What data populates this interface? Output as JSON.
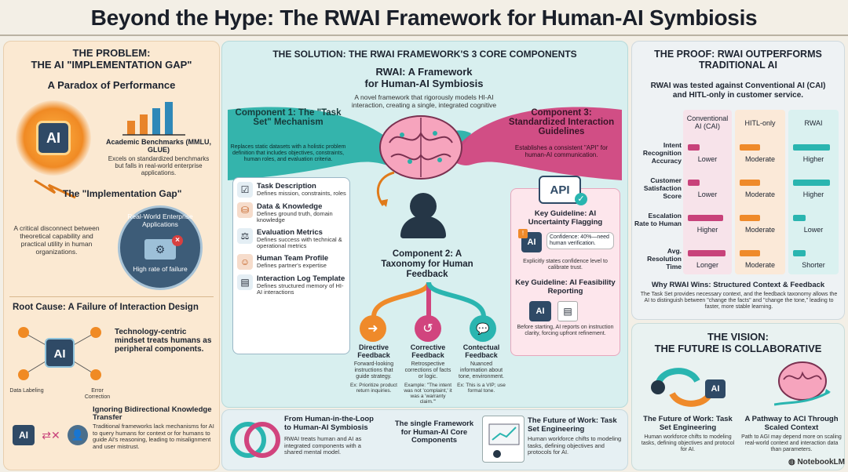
{
  "title": "Beyond the Hype: The RWAI Framework for Human-AI Symbiosis",
  "problem": {
    "heading_line1": "THE PROBLEM:",
    "heading_line2": "THE AI \"IMPLEMENTATION GAP\"",
    "paradox_title": "A Paradox of Performance",
    "ai_chip": "AI",
    "benchmarks_title": "Academic Benchmarks (MMLU, GLUE)",
    "benchmarks_text": "Excels on standardized benchmarks but falls in real-world enterprise applications.",
    "gap_title": "The \"Implementation Gap\"",
    "gap_text": "A critical disconnect between theoretical capability and practical utility in human organizations.",
    "enterprise_label": "Real-World Enterprise Applications",
    "failure_label": "High rate of failure",
    "root_title": "Root Cause: A Failure of Interaction Design",
    "tech_text": "Technology-centric mindset treats humans as peripheral components.",
    "data_labeling": "Data Labeling",
    "error_correction": "Error Correction",
    "ignoring_title": "Ignoring Bidirectional Knowledge Transfer",
    "ignoring_text": "Traditional frameworks lack mechanisms for AI to query humans for context or for humans to guide AI's reasoning, leading to misalignment and user mistrust."
  },
  "solution": {
    "heading": "THE SOLUTION: THE RWAI FRAMEWORK'S 3 CORE COMPONENTS",
    "rwai_title_line1": "RWAI: A Framework",
    "rwai_title_line2": "for Human-AI Symbiosis",
    "rwai_text": "A novel framework that rigorously models HI-AI interaction, creating a single, integrated cognitive",
    "comp1_title": "Component 1: The \"Task Set\" Mechanism",
    "comp1_text": "Replaces static datasets with a holistic problem definition that includes objectives, constraints, human roles, and evaluation criteria.",
    "comp3_title": "Component 3: Standardized Interaction Guidelines",
    "comp3_text": "Establishes a consistent \"API\" for human-AI communication.",
    "task_items": [
      {
        "icon": "checklist-icon",
        "glyph": "☑",
        "title": "Task Description",
        "text": "Defines mission, constraints, roles"
      },
      {
        "icon": "database-icon",
        "glyph": "⛁",
        "title": "Data & Knowledge",
        "text": "Defines ground truth, domain knowledge"
      },
      {
        "icon": "scales-icon",
        "glyph": "⚖",
        "title": "Evaluation Metrics",
        "text": "Defines success with technical & operational metrics"
      },
      {
        "icon": "person-icon",
        "glyph": "👤",
        "title": "Human Team Profile",
        "text": "Defines partner's expertise"
      },
      {
        "icon": "document-icon",
        "glyph": "▤",
        "title": "Interaction Log Template",
        "text": "Defines structured memory of HI-AI interactions"
      }
    ],
    "comp2_title": "Component 2: A Taxonomy for Human Feedback",
    "feedback": [
      {
        "title": "Directive Feedback",
        "text": "Forward-looking instructions that guide strategy.",
        "example": "Ex: Prioritize product return inquiries."
      },
      {
        "title": "Corrective Feedback",
        "text": "Retrospective corrections of facts or logic.",
        "example": "Example: \"The intent was not 'complaint,' it was a 'warranty claim.'\""
      },
      {
        "title": "Contectual Feedback",
        "text": "Nuanced information about tone, environment.",
        "example": "Ex: This is a VIP; use formal tone."
      }
    ],
    "api_label": "API",
    "guideline1_title": "Key Guideline: AI Uncertainty Flagging",
    "confidence_text": "Confidence: 40%—need human verification.",
    "guideline1_text": "Explicitly states confidence level to calibrate trust.",
    "guideline2_title": "Key Guideline: AI Feasibility Reporting",
    "guideline2_text": "Before starting, AI reports on instruction clarity, forcing upfront refinement."
  },
  "bottom": {
    "item1_title": "From Human-in-the-Loop to Human-AI Symbiosis",
    "item1_text": "RWAI treats human and AI as integrated components with a shared mental model.",
    "item2_title": "The single Framework for Human-AI Core Components",
    "item3_title": "The Future of Work: Task Set Engineering",
    "item3_text": "Human workforce chifts to modeling tasks, defining objectives and protocols for AI."
  },
  "proof": {
    "heading_line1": "THE PROOF: RWAI OUTPERFORMS",
    "heading_line2": "TRADITIONAL AI",
    "intro": "RWAI was tested against Conventional AI (CAI) and HITL-only in customer service.",
    "columns": [
      "Conventional AI (CAI)",
      "HITL-only",
      "RWAI"
    ],
    "rows": [
      {
        "metric": "Intent Recognition Accuracy",
        "values": [
          "Lower",
          "Moderate",
          "Higher"
        ],
        "levels": [
          0.3,
          0.5,
          0.9
        ]
      },
      {
        "metric": "Customer Satisfaction Score",
        "values": [
          "Lower",
          "Moderate",
          "Higher"
        ],
        "levels": [
          0.3,
          0.5,
          0.9
        ]
      },
      {
        "metric": "Escalation Rate to Human",
        "values": [
          "Higher",
          "Moderate",
          "Lower"
        ],
        "levels": [
          0.9,
          0.5,
          0.3
        ]
      },
      {
        "metric": "Avg. Resolution Time",
        "values": [
          "Longer",
          "Moderate",
          "Shorter"
        ],
        "levels": [
          0.95,
          0.5,
          0.3
        ]
      }
    ],
    "why_title": "Why RWAI Wins: Structured Context & Feedback",
    "why_text": "The Task Set provides necessary context, and the feedback taxonomy allows the AI to distinguish between \"change the facts\" and \"change the tone,\" leading to faster, more stable learning.",
    "colors": {
      "cai": "#c8427a",
      "hitl": "#ef8a2a",
      "rwai": "#2ab5b0"
    }
  },
  "vision": {
    "heading_line1": "THE VISION:",
    "heading_line2": "THE FUTURE IS COLLABORATIVE",
    "ai_chip": "AI",
    "item1_title": "The Future of Work: Task Set Engineering",
    "item1_text": "Human workforce chifts to modeling tasks, defining objectives and protocol for AI.",
    "item2_title": "A Pathway to ACI Through Scaled Context",
    "item2_text": "Path to AGI may depend more on scaling real-world context and interaction data than parameters."
  },
  "watermark": "NotebookLM"
}
